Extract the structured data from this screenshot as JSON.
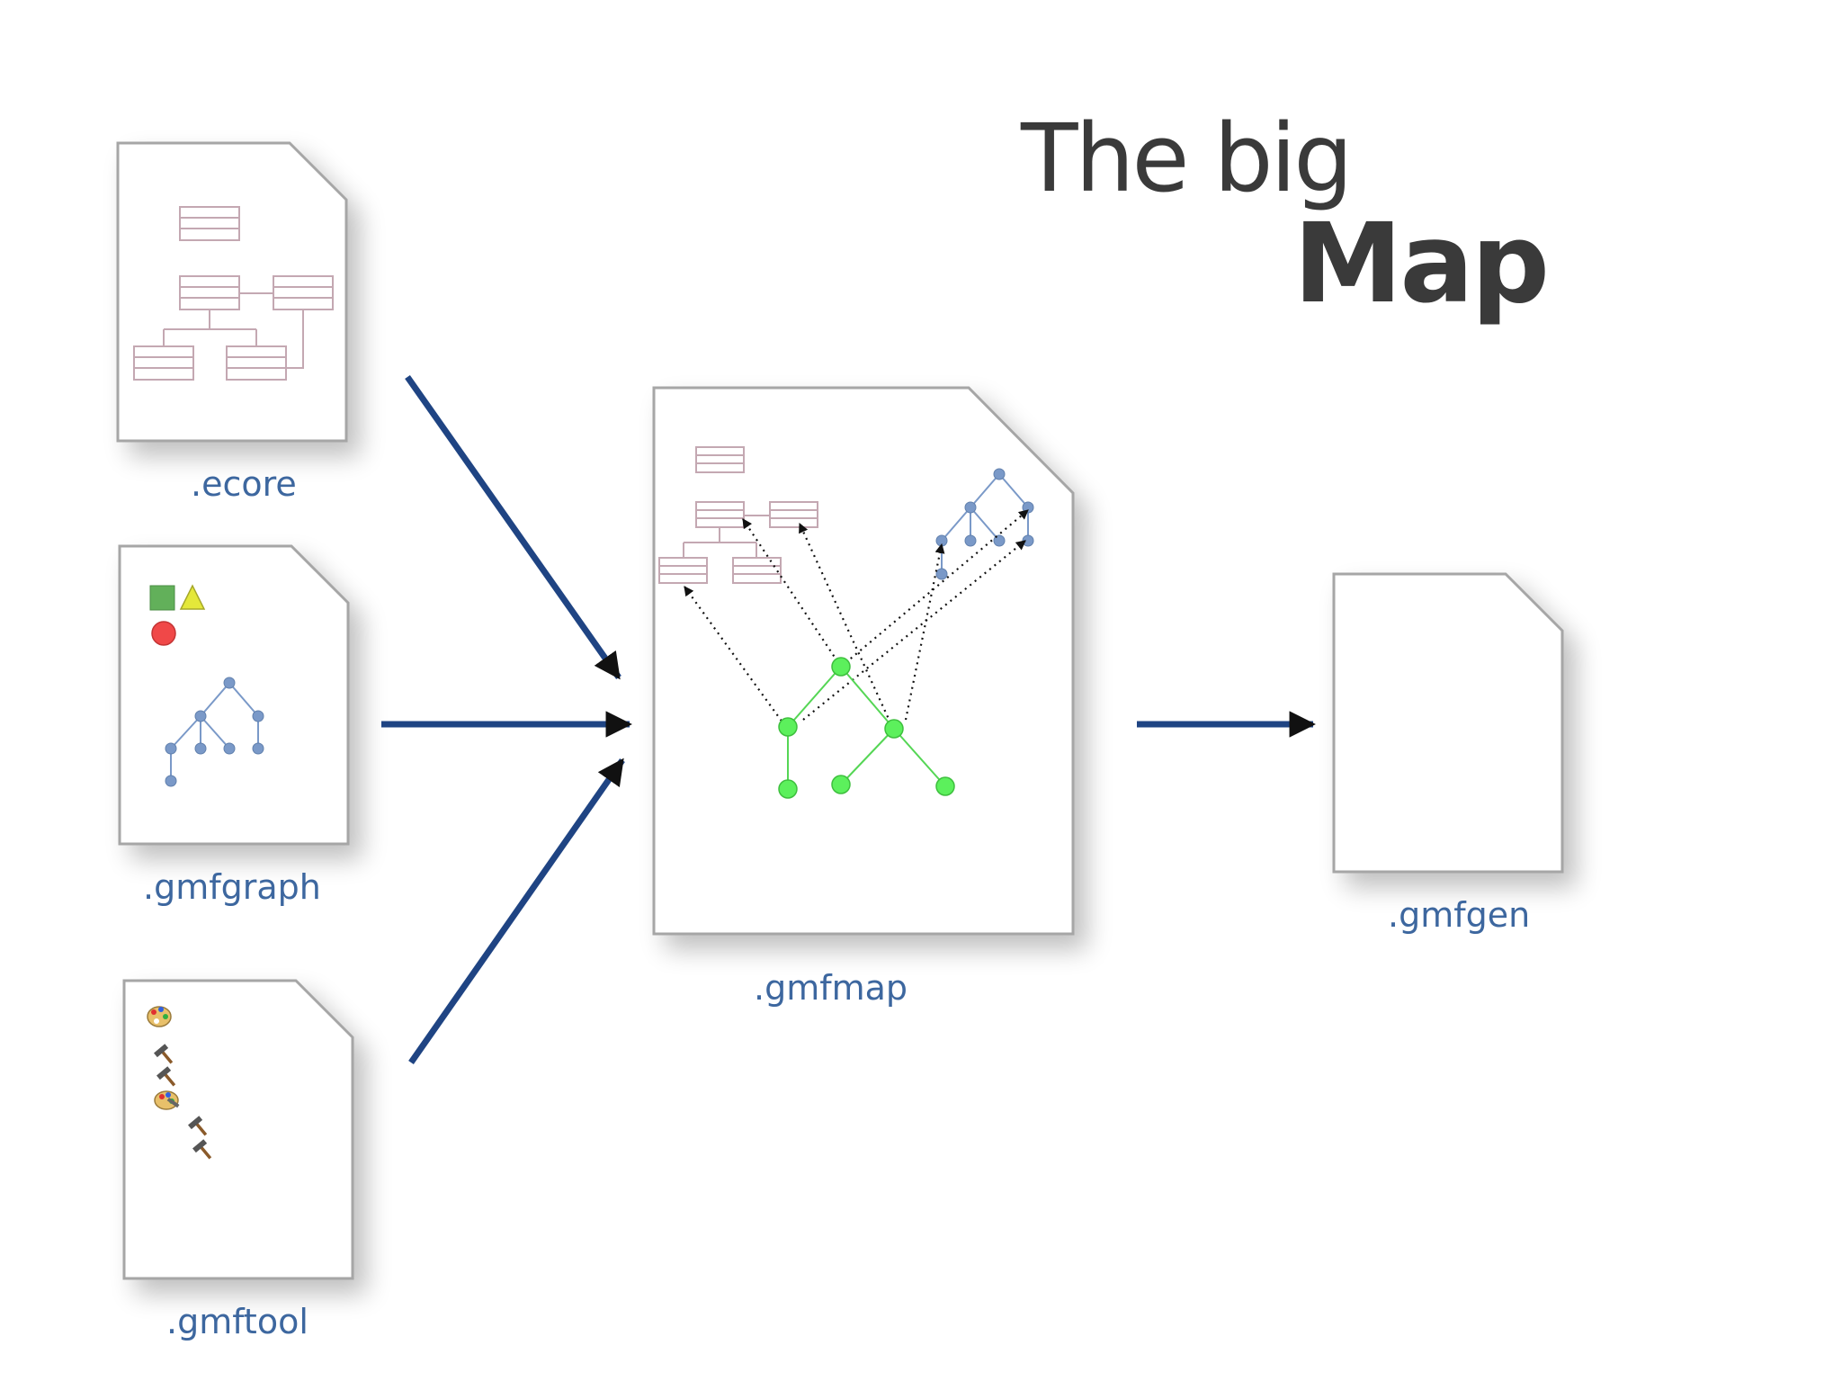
{
  "title": {
    "line1": "The big",
    "line2": "Map"
  },
  "labels": {
    "ecore": ".ecore",
    "gmfgraph": ".gmfgraph",
    "gmftool": ".gmftool",
    "gmfmap": ".gmfmap",
    "gmfgen": ".gmfgen"
  },
  "colors": {
    "label": "#3d679f",
    "arrow": "#1f4483",
    "title": "#3a3a3a",
    "green_node": "#5cf05c",
    "blue_node": "#7a99c8",
    "square": "#62b05a",
    "triangle": "#e4e83a",
    "circle": "#f04848"
  },
  "icons": [
    "palette-icon",
    "hammer-icon",
    "hammer-icon",
    "palette-icon",
    "hammer-icon",
    "hammer-icon"
  ]
}
